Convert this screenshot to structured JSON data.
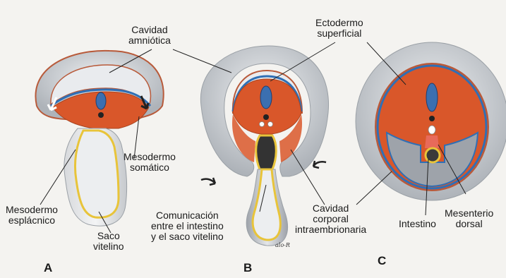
{
  "labels": {
    "cavidad_amniotica_1": "Cavidad",
    "cavidad_amniotica_2": "amniótica",
    "ectodermo_1": "Ectodermo",
    "ectodermo_2": "superficial",
    "mesodermo_somatico_1": "Mesodermo",
    "mesodermo_somatico_2": "somático",
    "mesodermo_esplacnico_1": "Mesodermo",
    "mesodermo_esplacnico_2": "esplácnico",
    "saco_vitelino_1": "Saco",
    "saco_vitelino_2": "vitelino",
    "comunicacion_1": "Comunicación",
    "comunicacion_2": "entre el intestino",
    "comunicacion_3": "y el saco vitelino",
    "cavidad_corporal_1": "Cavidad",
    "cavidad_corporal_2": "corporal",
    "cavidad_corporal_3": "intraembrionaria",
    "intestino": "Intestino",
    "mesenterio_1": "Mesenterio",
    "mesenterio_2": "dorsal"
  },
  "panels": {
    "a": "A",
    "b": "B",
    "c": "C"
  },
  "signature": "alo-R",
  "colors": {
    "background": "#f4f3f0",
    "amnion_gray": "#c9cdd2",
    "amnion_light": "#e6e8eb",
    "ectoderm_blue": "#2f6fb5",
    "mesoderm_orange": "#d9572a",
    "outline_brown": "#b85a3a",
    "yolk_yellow": "#e8c43a",
    "neural_blue": "#3b6fb0",
    "leader_line": "#222222"
  }
}
